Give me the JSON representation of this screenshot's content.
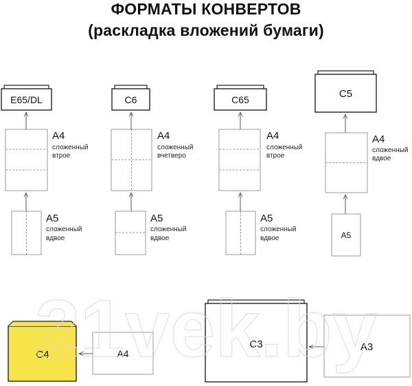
{
  "header": {
    "title": "ФОРМАТЫ КОНВЕРТОВ",
    "subtitle": "(раскладка вложений бумаги)"
  },
  "columns": [
    {
      "envelope": "E65/DL",
      "a4_label": "A4",
      "a4_note_1": "сложенный",
      "a4_note_2": "втрое",
      "a5_label": "A5",
      "a5_note_1": "сложенный",
      "a5_note_2": "вдвое"
    },
    {
      "envelope": "C6",
      "a4_label": "A4",
      "a4_note_1": "сложенный",
      "a4_note_2": "вчетверо",
      "a5_label": "A5",
      "a5_note_1": "сложенный",
      "a5_note_2": "вдвое"
    },
    {
      "envelope": "C65",
      "a4_label": "A4",
      "a4_note_1": "сложенный",
      "a4_note_2": "втрое",
      "a5_label": "A5",
      "a5_note_1": "сложенный",
      "a5_note_2": "вдвое"
    },
    {
      "envelope": "C5",
      "a4_label": "A4",
      "a4_note_1": "сложенный",
      "a4_note_2": "вдвое",
      "a5_box_label": "A5"
    }
  ],
  "bottom": {
    "c4_label": "C4",
    "a4_label": "A4",
    "c3_label": "C3",
    "a3_label": "A3"
  },
  "watermark": "21vek.by",
  "colors": {
    "c4_fill": "#f7e44a",
    "line": "#555555",
    "dash": "#888888"
  }
}
